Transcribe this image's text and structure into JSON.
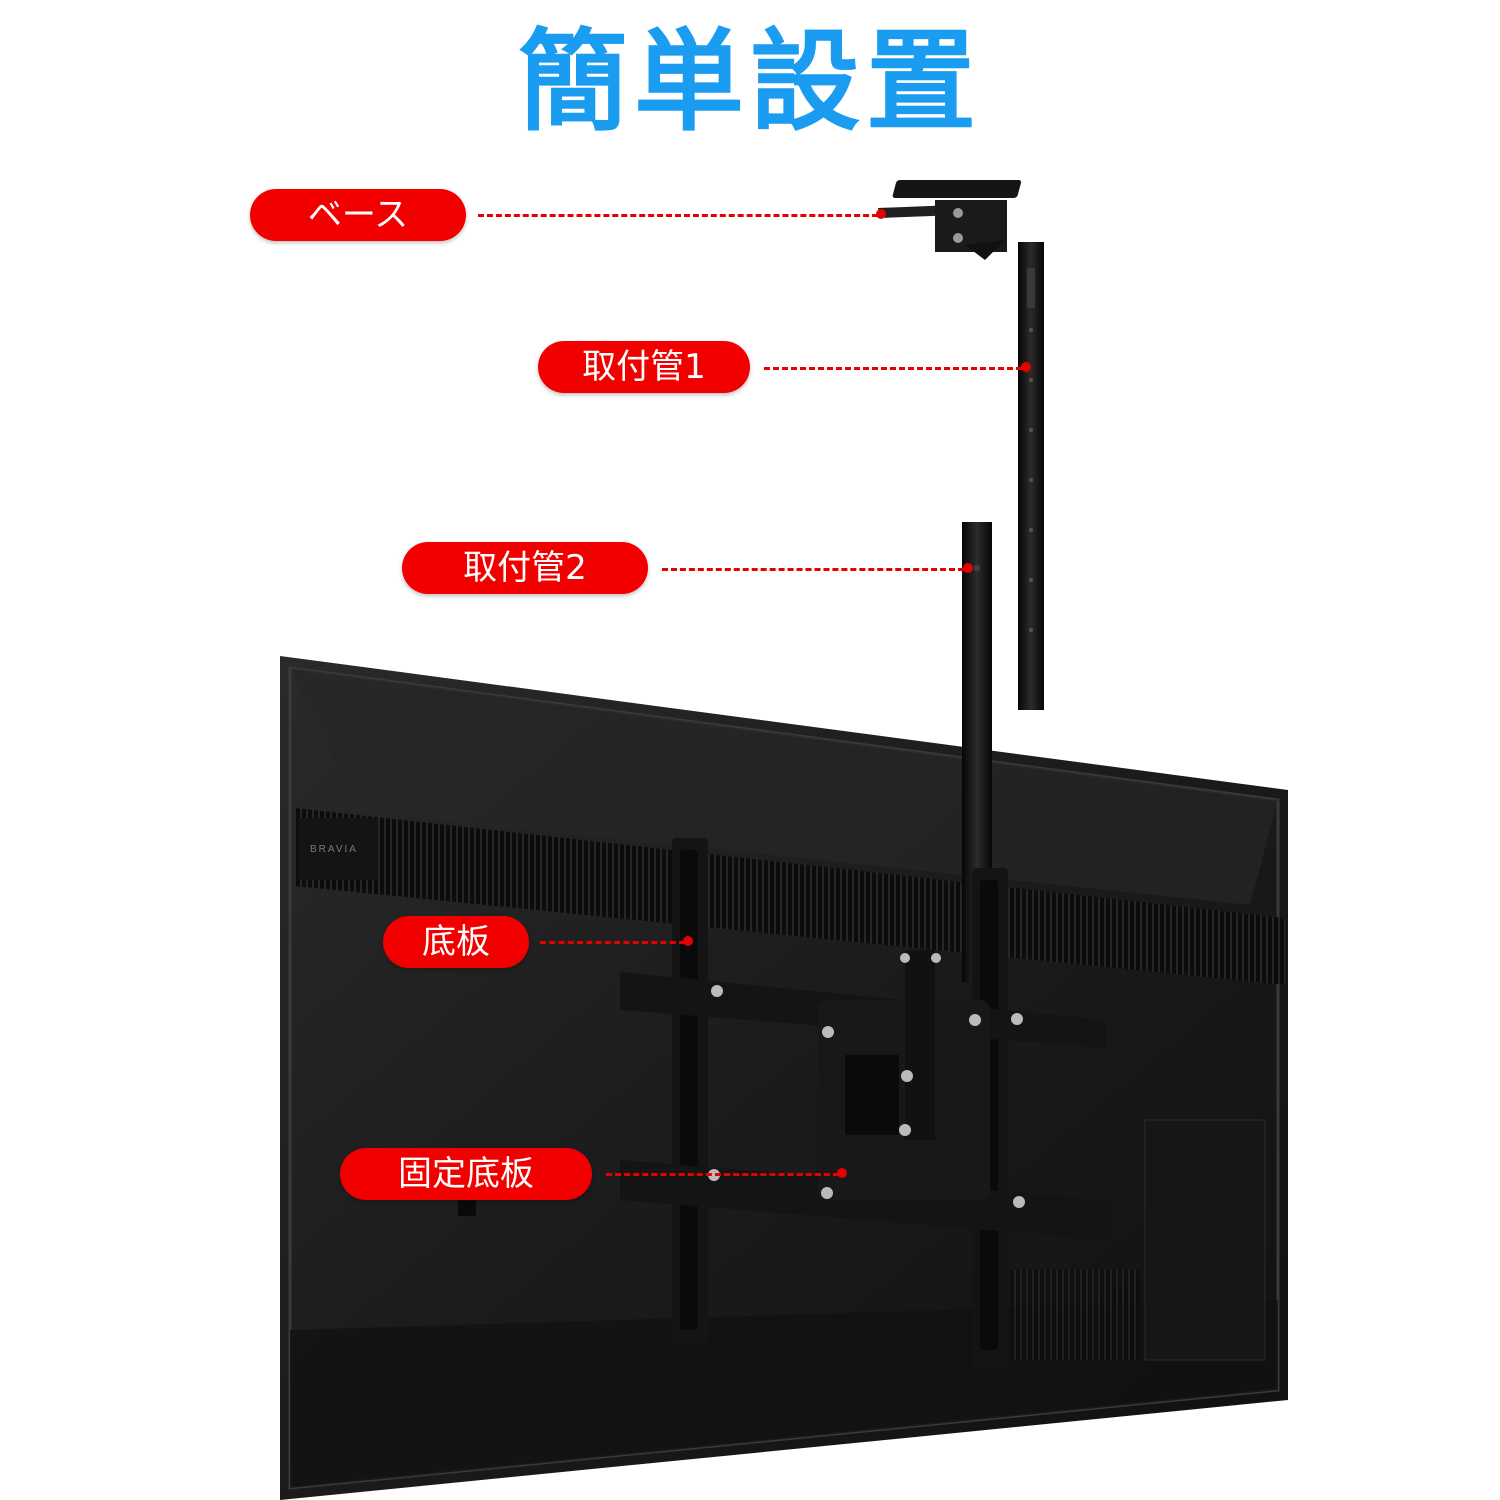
{
  "title": "簡単設置",
  "labels": {
    "base": "ベース",
    "pipe1": "取付管1",
    "pipe2": "取付管2",
    "bottom_plate": "底板",
    "fixed_bottom_plate": "固定底板"
  },
  "brand_mark": "BRAVIA",
  "colors": {
    "title": "#1a9cf0",
    "label_bg": "#f20000",
    "label_text": "#ffffff",
    "dash": "#e60000",
    "tv_back": "#1e1e1e",
    "mount_metal": "#111111"
  }
}
